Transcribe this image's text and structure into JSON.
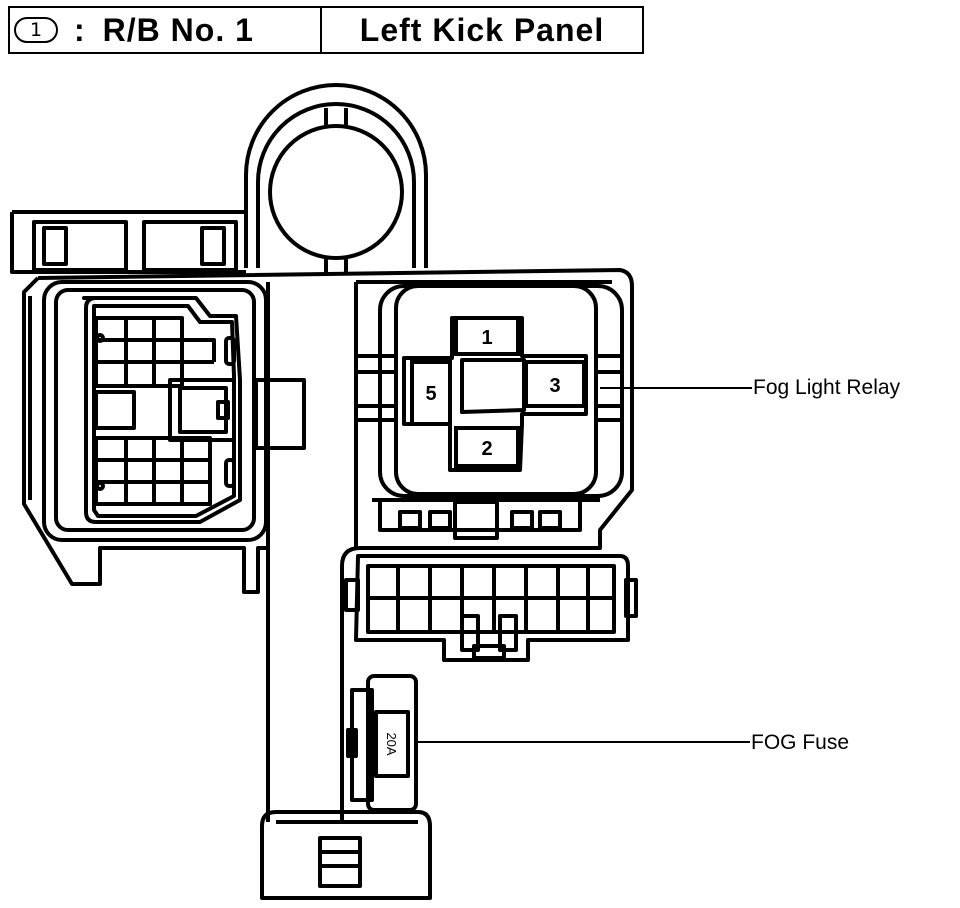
{
  "header": {
    "badge": "1",
    "colon": ":",
    "relay_block": "R/B No. 1",
    "location": "Left Kick Panel"
  },
  "relay": {
    "terminals": [
      "1",
      "5",
      "3",
      "2"
    ]
  },
  "fuse": {
    "rating": "20A"
  },
  "callouts": {
    "relay": "Fog Light Relay",
    "fuse": "FOG Fuse"
  }
}
